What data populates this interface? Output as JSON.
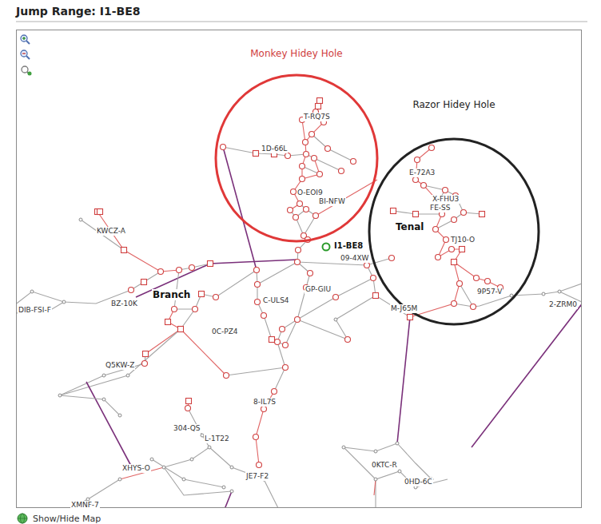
{
  "diagram": {
    "title": "Jump Range: I1-BE8",
    "nodes": [
      {
        "text": [
          "Monkey Hidey Hole"
        ]
      },
      {
        "text": [
          "Razor Hidey Hole"
        ]
      }
    ],
    "labels": [
      "T-RQ7S",
      "1D-66L",
      "O-EOI9",
      "BI-NFW",
      "KWCZ-A",
      "I1-BE8",
      "09-4XW",
      "E-72A3",
      "X-FHU3",
      "FE-SS",
      "Tenal",
      "TJ10-O",
      "9P57-V",
      "M-J65M",
      "2-ZRM0",
      "GP-GIU",
      "C-ULS4",
      "DIB-FSI-F",
      "BZ-10K",
      "Branch",
      "0C-PZ4",
      "Q5KW-Z",
      "8-IL7S",
      "304-QS",
      "L-1T22",
      "XHYS-O",
      "JE7-F2",
      "0KTC-R",
      "0HD-6C",
      "XMNF-7",
      "Show/Hide Map"
    ]
  }
}
